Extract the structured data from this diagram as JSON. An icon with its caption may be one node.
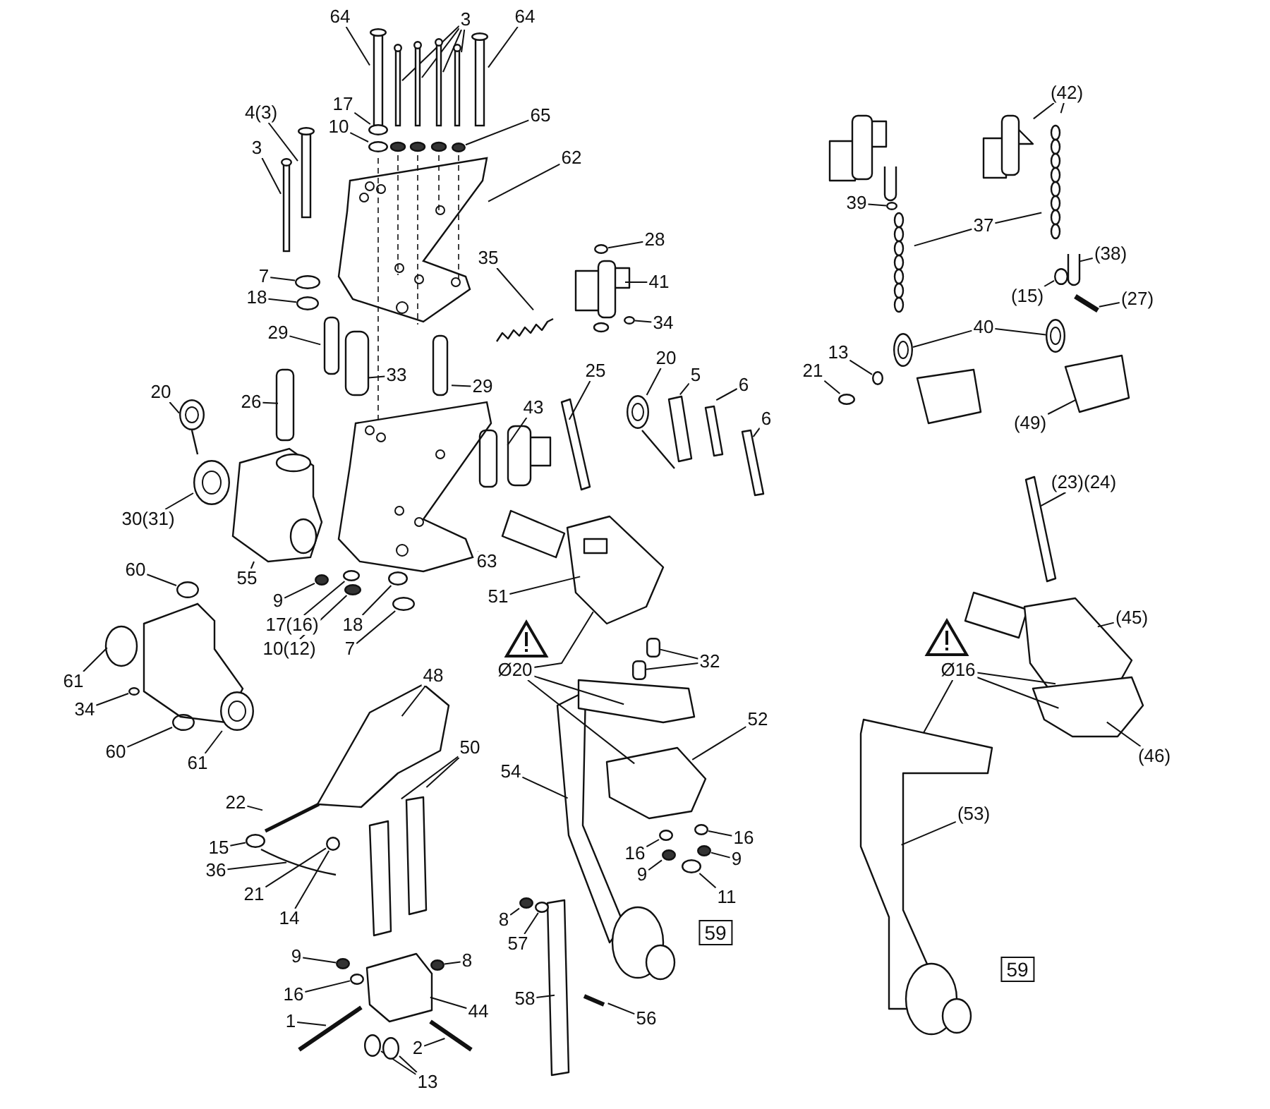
{
  "diagram": {
    "nodes": [
      {
        "text": [
          "64"
        ]
      },
      {
        "text": [
          "3"
        ]
      },
      {
        "text": [
          "64"
        ]
      },
      {
        "text": [
          "4(3)"
        ]
      },
      {
        "text": [
          "3"
        ]
      },
      {
        "text": [
          "17"
        ]
      },
      {
        "text": [
          "10"
        ]
      },
      {
        "text": [
          "65"
        ]
      },
      {
        "text": [
          "62"
        ]
      },
      {
        "text": [
          "7"
        ]
      },
      {
        "text": [
          "18"
        ]
      },
      {
        "text": [
          "35"
        ]
      },
      {
        "text": [
          "28"
        ]
      },
      {
        "text": [
          "41"
        ]
      },
      {
        "text": [
          "34"
        ]
      },
      {
        "text": [
          "29"
        ]
      },
      {
        "text": [
          "33"
        ]
      },
      {
        "text": [
          "29"
        ]
      },
      {
        "text": [
          "26"
        ]
      },
      {
        "text": [
          "20"
        ]
      },
      {
        "text": [
          "30(31)"
        ]
      },
      {
        "text": [
          "43"
        ]
      },
      {
        "text": [
          "25"
        ]
      },
      {
        "text": [
          "20"
        ]
      },
      {
        "text": [
          "5"
        ]
      },
      {
        "text": [
          "6"
        ]
      },
      {
        "text": [
          "6"
        ]
      },
      {
        "text": [
          "55"
        ]
      },
      {
        "text": [
          "63"
        ]
      },
      {
        "text": [
          "9"
        ]
      },
      {
        "text": [
          "17(16)"
        ]
      },
      {
        "text": [
          "10(12)"
        ]
      },
      {
        "text": [
          "18"
        ]
      },
      {
        "text": [
          "7"
        ]
      },
      {
        "text": [
          "60"
        ]
      },
      {
        "text": [
          "61"
        ]
      },
      {
        "text": [
          "34"
        ]
      },
      {
        "text": [
          "60"
        ]
      },
      {
        "text": [
          "61"
        ]
      },
      {
        "text": [
          "51"
        ]
      },
      {
        "text": [
          "Ø20"
        ]
      },
      {
        "text": [
          "32"
        ]
      },
      {
        "text": [
          "48"
        ]
      },
      {
        "text": [
          "50"
        ]
      },
      {
        "text": [
          "54"
        ]
      },
      {
        "text": [
          "52"
        ]
      },
      {
        "text": [
          "22"
        ]
      },
      {
        "text": [
          "15"
        ]
      },
      {
        "text": [
          "36"
        ]
      },
      {
        "text": [
          "21"
        ]
      },
      {
        "text": [
          "14"
        ]
      },
      {
        "text": [
          "16"
        ]
      },
      {
        "text": [
          "16"
        ]
      },
      {
        "text": [
          "9"
        ]
      },
      {
        "text": [
          "9"
        ]
      },
      {
        "text": [
          "11"
        ]
      },
      {
        "text": [
          "8"
        ]
      },
      {
        "text": [
          "57"
        ]
      },
      {
        "text": [
          "59"
        ]
      },
      {
        "text": [
          "9"
        ]
      },
      {
        "text": [
          "16"
        ]
      },
      {
        "text": [
          "8"
        ]
      },
      {
        "text": [
          "1"
        ]
      },
      {
        "text": [
          "44"
        ]
      },
      {
        "text": [
          "2"
        ]
      },
      {
        "text": [
          "13"
        ]
      },
      {
        "text": [
          "58"
        ]
      },
      {
        "text": [
          "56"
        ]
      },
      {
        "text": [
          "(42)"
        ]
      },
      {
        "text": [
          "39"
        ]
      },
      {
        "text": [
          "37"
        ]
      },
      {
        "text": [
          "(38)"
        ]
      },
      {
        "text": [
          "(15)"
        ]
      },
      {
        "text": [
          "(27)"
        ]
      },
      {
        "text": [
          "13"
        ]
      },
      {
        "text": [
          "40"
        ]
      },
      {
        "text": [
          "21"
        ]
      },
      {
        "text": [
          "(49)"
        ]
      },
      {
        "text": [
          "(23)(24)"
        ]
      },
      {
        "text": [
          "(45)"
        ]
      },
      {
        "text": [
          "Ø16"
        ]
      },
      {
        "text": [
          "(46)"
        ]
      },
      {
        "text": [
          "(53)"
        ]
      },
      {
        "text": [
          "59"
        ]
      },
      {
        "text": [],
        "shape": "bar"
      },
      {
        "text": [],
        "shape": "bar"
      },
      {
        "text": [],
        "shape": "bar"
      },
      {
        "text": [],
        "shape": "bar"
      },
      {
        "text": [],
        "shape": "bar"
      },
      {
        "text": [],
        "shape": "bar"
      },
      {
        "text": [],
        "shape": "bar"
      },
      {
        "text": [],
        "shape": "bar"
      },
      {
        "text": [],
        "shape": "circle"
      },
      {
        "text": [],
        "shape": "circle"
      },
      {
        "text": [],
        "shape": "circle"
      },
      {
        "text": [],
        "shape": "circle"
      },
      {
        "text": [],
        "shape": "circle"
      },
      {
        "text": [],
        "shape": "circle"
      },
      {
        "text": [],
        "shape": "circle"
      },
      {
        "text": [],
        "shape": "circle"
      },
      {
        "text": [],
        "shape": "circle"
      },
      {
        "text": [],
        "shape": "circle"
      },
      {
        "text": [],
        "shape": "circle"
      },
      {
        "text": [],
        "shape": "circle"
      },
      {
        "text": [],
        "shape": "circle"
      },
      {
        "text": [],
        "shape": "circle"
      },
      {
        "text": [],
        "shape": "circle"
      },
      {
        "text": [],
        "shape": "circle"
      },
      {
        "text": [],
        "shape": "circle"
      },
      {
        "text": [],
        "shape": "circle"
      },
      {
        "text": [],
        "shape": "box"
      },
      {
        "text": [],
        "shape": "box"
      },
      {
        "text": [],
        "shape": "circle"
      },
      {
        "text": [],
        "shape": "circle"
      },
      {
        "text": [],
        "shape": "circle"
      },
      {
        "text": [],
        "shape": "circle"
      },
      {
        "text": [],
        "shape": "circle"
      },
      {
        "text": [],
        "shape": "circle"
      },
      {
        "text": [],
        "shape": "circle"
      },
      {
        "text": [],
        "shape": "circle"
      },
      {
        "text": [],
        "shape": "circle"
      },
      {
        "text": [],
        "shape": "circle"
      },
      {
        "text": [],
        "shape": "circle"
      },
      {
        "text": [],
        "shape": "circle"
      },
      {
        "text": [],
        "shape": "circle"
      },
      {
        "text": [],
        "shape": "circle"
      },
      {
        "text": [],
        "shape": "circle"
      },
      {
        "text": [],
        "shape": "circle"
      },
      {
        "text": [],
        "shape": "circle"
      },
      {
        "text": [],
        "shape": "circle"
      },
      {
        "text": [],
        "shape": "circle"
      },
      {
        "text": [],
        "shape": "circle"
      },
      {
        "text": [],
        "shape": "bar"
      },
      {
        "text": [],
        "shape": "picture"
      },
      {
        "text": [],
        "shape": "picture"
      },
      {
        "text": [],
        "shape": "picture"
      },
      {
        "text": [],
        "shape": "circle"
      },
      {
        "text": [],
        "shape": "picture"
      }
    ],
    "edges": [
      {
        "from": 0,
        "to": 84,
        "arrow": "none"
      },
      {
        "from": 1,
        "to": 85,
        "arrow": "none"
      },
      {
        "from": 1,
        "to": 86,
        "arrow": "none"
      },
      {
        "from": 1,
        "to": 87,
        "arrow": "none"
      },
      {
        "from": 1,
        "to": 88,
        "arrow": "none"
      },
      {
        "from": 2,
        "to": 89,
        "arrow": "none"
      },
      {
        "from": 3,
        "to": 90,
        "arrow": "none"
      },
      {
        "from": 4,
        "to": 91,
        "arrow": "none"
      },
      {
        "from": 5,
        "to": 92,
        "arrow": "none"
      },
      {
        "from": 6,
        "to": 93,
        "arrow": "none"
      },
      {
        "from": 7,
        "to": 94,
        "arrow": "none"
      },
      {
        "from": 8,
        "to": 133,
        "arrow": "none"
      },
      {
        "from": 9,
        "to": 95,
        "arrow": "none"
      },
      {
        "from": 10,
        "to": 96,
        "arrow": "none"
      },
      {
        "from": 11,
        "to": null,
        "arrow": "none"
      },
      {
        "from": 12,
        "to": 97,
        "arrow": "none"
      },
      {
        "from": 13,
        "to": null,
        "arrow": "none"
      },
      {
        "from": 14,
        "to": 98,
        "arrow": "none"
      },
      {
        "from": 15,
        "to": null,
        "arrow": "none"
      },
      {
        "from": 16,
        "to": null,
        "arrow": "none"
      },
      {
        "from": 17,
        "to": null,
        "arrow": "none"
      },
      {
        "from": 18,
        "to": null,
        "arrow": "none"
      },
      {
        "from": 19,
        "to": 99,
        "arrow": "none"
      },
      {
        "from": 20,
        "to": 100,
        "arrow": "none"
      },
      {
        "from": 21,
        "to": null,
        "arrow": "none"
      },
      {
        "from": 22,
        "to": null,
        "arrow": "none"
      },
      {
        "from": 23,
        "to": 101,
        "arrow": "none"
      },
      {
        "from": 24,
        "to": null,
        "arrow": "none"
      },
      {
        "from": 25,
        "to": null,
        "arrow": "none"
      },
      {
        "from": 26,
        "to": null,
        "arrow": "none"
      },
      {
        "from": 27,
        "to": 137,
        "arrow": "none"
      },
      {
        "from": 28,
        "to": 135,
        "arrow": "none"
      },
      {
        "from": 29,
        "to": 102,
        "arrow": "none"
      },
      {
        "from": 30,
        "to": 103,
        "arrow": "none"
      },
      {
        "from": 31,
        "to": 104,
        "arrow": "none"
      },
      {
        "from": 32,
        "to": 105,
        "arrow": "none"
      },
      {
        "from": 33,
        "to": 106,
        "arrow": "none"
      },
      {
        "from": 34,
        "to": 107,
        "arrow": "none"
      },
      {
        "from": 35,
        "to": null,
        "arrow": "none"
      },
      {
        "from": 36,
        "to": 108,
        "arrow": "none"
      },
      {
        "from": 37,
        "to": 109,
        "arrow": "none"
      },
      {
        "from": 38,
        "to": 136,
        "arrow": "none"
      },
      {
        "from": 39,
        "to": null,
        "arrow": "none"
      },
      {
        "from": 40,
        "to": null,
        "arrow": "none"
      },
      {
        "from": 40,
        "to": null,
        "arrow": "none"
      },
      {
        "from": 40,
        "to": null,
        "arrow": "none"
      },
      {
        "from": 41,
        "to": 110,
        "arrow": "none"
      },
      {
        "from": 41,
        "to": 111,
        "arrow": "none"
      },
      {
        "from": 42,
        "to": null,
        "arrow": "none"
      },
      {
        "from": 43,
        "to": null,
        "arrow": "none"
      },
      {
        "from": 43,
        "to": null,
        "arrow": "none"
      },
      {
        "from": 44,
        "to": null,
        "arrow": "none"
      },
      {
        "from": 45,
        "to": null,
        "arrow": "none"
      },
      {
        "from": 46,
        "to": 132,
        "arrow": "none"
      },
      {
        "from": 47,
        "to": 112,
        "arrow": "none"
      },
      {
        "from": 48,
        "to": null,
        "arrow": "none"
      },
      {
        "from": 49,
        "to": 113,
        "arrow": "none"
      },
      {
        "from": 50,
        "to": 113,
        "arrow": "none"
      },
      {
        "from": 51,
        "to": 114,
        "arrow": "none"
      },
      {
        "from": 52,
        "to": 115,
        "arrow": "none"
      },
      {
        "from": 53,
        "to": 116,
        "arrow": "none"
      },
      {
        "from": 54,
        "to": 117,
        "arrow": "none"
      },
      {
        "from": 55,
        "to": 118,
        "arrow": "none"
      },
      {
        "from": 56,
        "to": 119,
        "arrow": "none"
      },
      {
        "from": 57,
        "to": 120,
        "arrow": "none"
      },
      {
        "from": 59,
        "to": 121,
        "arrow": "none"
      },
      {
        "from": 60,
        "to": 122,
        "arrow": "none"
      },
      {
        "from": 61,
        "to": 123,
        "arrow": "none"
      },
      {
        "from": 62,
        "to": null,
        "arrow": "none"
      },
      {
        "from": 63,
        "to": null,
        "arrow": "none"
      },
      {
        "from": 64,
        "to": null,
        "arrow": "none"
      },
      {
        "from": 65,
        "to": 124,
        "arrow": "none"
      },
      {
        "from": 65,
        "to": 125,
        "arrow": "none"
      },
      {
        "from": 66,
        "to": null,
        "arrow": "none"
      },
      {
        "from": 67,
        "to": null,
        "arrow": "none"
      },
      {
        "from": 68,
        "to": null,
        "arrow": "none"
      },
      {
        "from": 68,
        "to": null,
        "arrow": "none"
      },
      {
        "from": 69,
        "to": 126,
        "arrow": "none"
      },
      {
        "from": 70,
        "to": null,
        "arrow": "none"
      },
      {
        "from": 70,
        "to": null,
        "arrow": "none"
      },
      {
        "from": 71,
        "to": null,
        "arrow": "none"
      },
      {
        "from": 72,
        "to": 127,
        "arrow": "none"
      },
      {
        "from": 73,
        "to": null,
        "arrow": "none"
      },
      {
        "from": 74,
        "to": 128,
        "arrow": "none"
      },
      {
        "from": 75,
        "to": 129,
        "arrow": "none"
      },
      {
        "from": 75,
        "to": 130,
        "arrow": "none"
      },
      {
        "from": 76,
        "to": 131,
        "arrow": "none"
      },
      {
        "from": 77,
        "to": null,
        "arrow": "none"
      },
      {
        "from": 78,
        "to": null,
        "arrow": "none"
      },
      {
        "from": 79,
        "to": null,
        "arrow": "none"
      },
      {
        "from": 80,
        "to": null,
        "arrow": "none"
      },
      {
        "from": 80,
        "to": null,
        "arrow": "none"
      },
      {
        "from": 80,
        "to": null,
        "arrow": "none"
      },
      {
        "from": 81,
        "to": null,
        "arrow": "none"
      },
      {
        "from": 82,
        "to": null,
        "arrow": "none"
      }
    ]
  }
}
